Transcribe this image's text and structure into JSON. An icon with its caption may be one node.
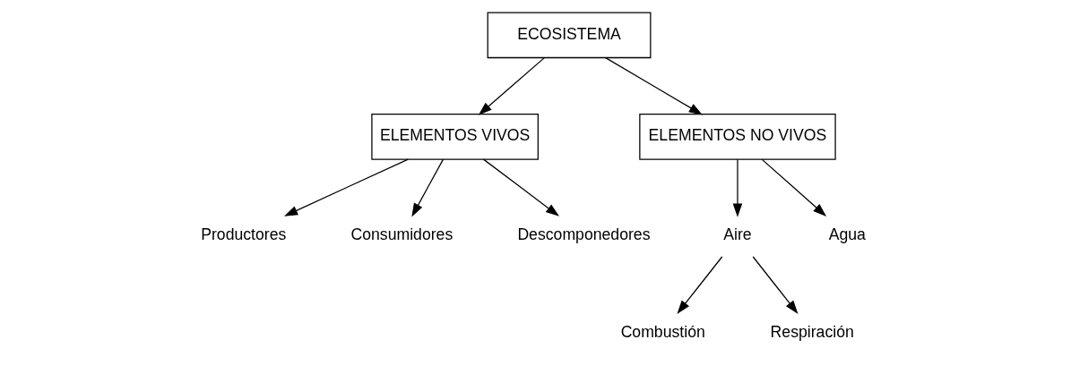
{
  "diagram": {
    "nodes": [
      {
        "text": [
          "ECOSISTEMA"
        ]
      },
      {
        "text": [
          "ELEMENTOS VIVOS"
        ]
      },
      {
        "text": [
          "ELEMENTOS NO VIVOS"
        ]
      },
      {
        "text": [
          "Productores"
        ]
      },
      {
        "text": [
          "Consumidores"
        ]
      },
      {
        "text": [
          "Descomponedores"
        ]
      },
      {
        "text": [
          "Aire"
        ]
      },
      {
        "text": [
          "Agua"
        ]
      },
      {
        "text": [
          "Combustión"
        ]
      },
      {
        "text": [
          "Respiración"
        ]
      }
    ],
    "edges": [
      {
        "from": 0,
        "to": 1,
        "arrow": "to"
      },
      {
        "from": 0,
        "to": 2,
        "arrow": "to"
      },
      {
        "from": 1,
        "to": 3,
        "arrow": "to"
      },
      {
        "from": 1,
        "to": 4,
        "arrow": "to"
      },
      {
        "from": 1,
        "to": 5,
        "arrow": "to"
      },
      {
        "from": 2,
        "to": 6,
        "arrow": "to"
      },
      {
        "from": 2,
        "to": 7,
        "arrow": "to"
      },
      {
        "from": 6,
        "to": 8,
        "arrow": "to"
      },
      {
        "from": 6,
        "to": 9,
        "arrow": "to"
      }
    ]
  }
}
